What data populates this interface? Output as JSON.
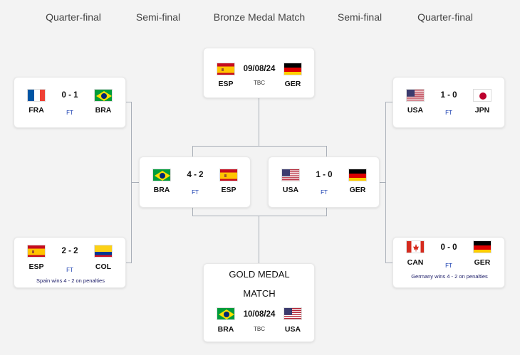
{
  "headers": {
    "qf_left": "Quarter-final",
    "sf_left": "Semi-final",
    "bronze": "Bronze Medal Match",
    "sf_right": "Semi-final",
    "qf_right": "Quarter-final"
  },
  "matches": {
    "qf1": {
      "home": "FRA",
      "away": "BRA",
      "score": "0 - 1",
      "status": "FT"
    },
    "qf2": {
      "home": "ESP",
      "away": "COL",
      "score": "2 - 2",
      "status": "FT",
      "note": "Spain wins 4 - 2 on penalties"
    },
    "qf3": {
      "home": "USA",
      "away": "JPN",
      "score": "1 - 0",
      "status": "FT"
    },
    "qf4": {
      "home": "CAN",
      "away": "GER",
      "score": "0 - 0",
      "status": "FT",
      "note": "Germany wins 4 - 2 on penalties"
    },
    "sf1": {
      "home": "BRA",
      "away": "ESP",
      "score": "4 - 2",
      "status": "FT"
    },
    "sf2": {
      "home": "USA",
      "away": "GER",
      "score": "1 - 0",
      "status": "FT"
    },
    "bronze": {
      "home": "ESP",
      "away": "GER",
      "date": "09/08/24",
      "status": "TBC"
    },
    "gold": {
      "title_line1": "GOLD MEDAL",
      "title_line2": "MATCH",
      "home": "BRA",
      "away": "USA",
      "date": "10/08/24",
      "status": "TBC"
    }
  },
  "flags": {
    "FRA": "france-flag-icon",
    "BRA": "brazil-flag-icon",
    "ESP": "spain-flag-icon",
    "COL": "colombia-flag-icon",
    "USA": "usa-flag-icon",
    "JPN": "japan-flag-icon",
    "CAN": "canada-flag-icon",
    "GER": "germany-flag-icon"
  },
  "colors": {
    "background": "#f3f3f3",
    "card": "#ffffff",
    "connector": "#a9afb8",
    "status_blue": "#1a3fb0"
  }
}
